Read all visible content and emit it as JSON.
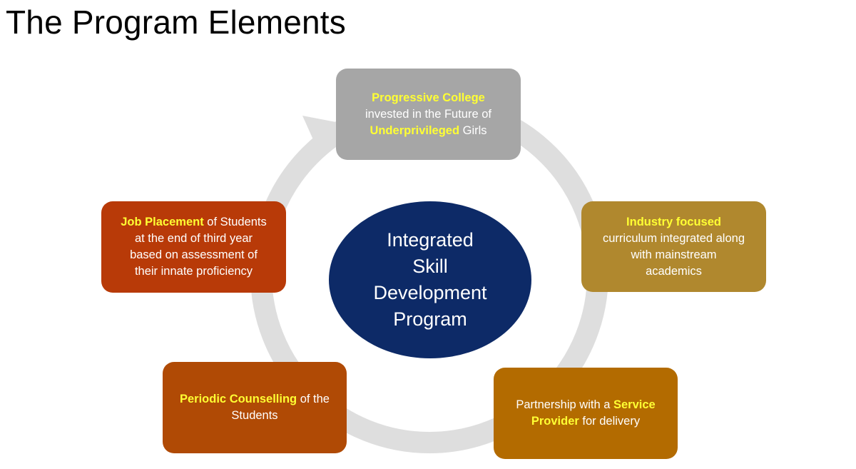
{
  "title": "The Program Elements",
  "center": {
    "lines": [
      "Integrated",
      "Skill",
      "Development",
      "Program"
    ],
    "color": "#0d2a67"
  },
  "nodes": {
    "top": {
      "color": "#a6a6a6",
      "highlight": "Progressive College",
      "line2": "invested in the Future of",
      "highlight2": "Underprivileged",
      "rest2": " Girls"
    },
    "right": {
      "color": "#b0882e",
      "highlight": "Industry focused",
      "line2": "curriculum integrated along",
      "line3": "with mainstream",
      "line4": "academics"
    },
    "bottom_right": {
      "color": "#b36b00",
      "text": "Partnership with a ",
      "highlight": "Service",
      "highlight2": "Provider",
      "rest": " for delivery"
    },
    "bottom_left": {
      "color": "#b04a05",
      "highlight": "Periodic Counselling",
      "rest": " of the",
      "line2": "Students"
    },
    "left": {
      "color": "#b83a08",
      "highlight": "Job Placement",
      "rest": " of Students",
      "line2": "at the end of third year",
      "line3": "based on assessment of",
      "line4": "their innate proficiency"
    }
  },
  "colors": {
    "ring": "#dedede",
    "highlight_text": "#ffff33"
  }
}
